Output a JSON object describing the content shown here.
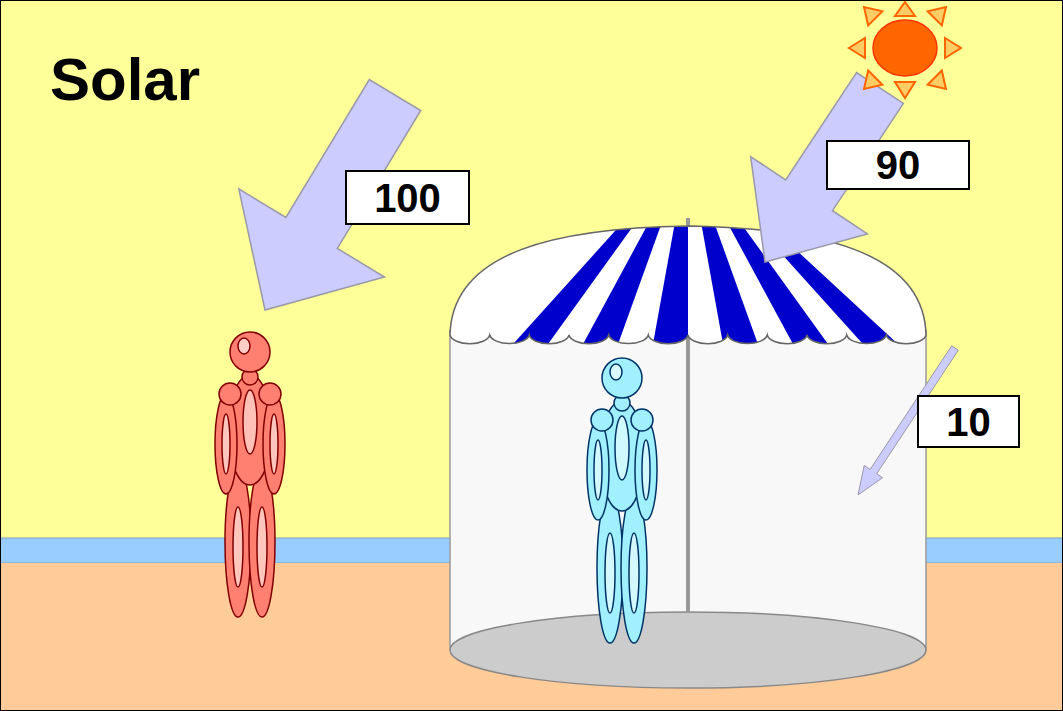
{
  "diagram": {
    "title": "Solar",
    "nodes": [
      {
        "text": [
          "100"
        ]
      },
      {
        "text": [
          "90"
        ]
      },
      {
        "text": [
          "10"
        ]
      }
    ]
  }
}
